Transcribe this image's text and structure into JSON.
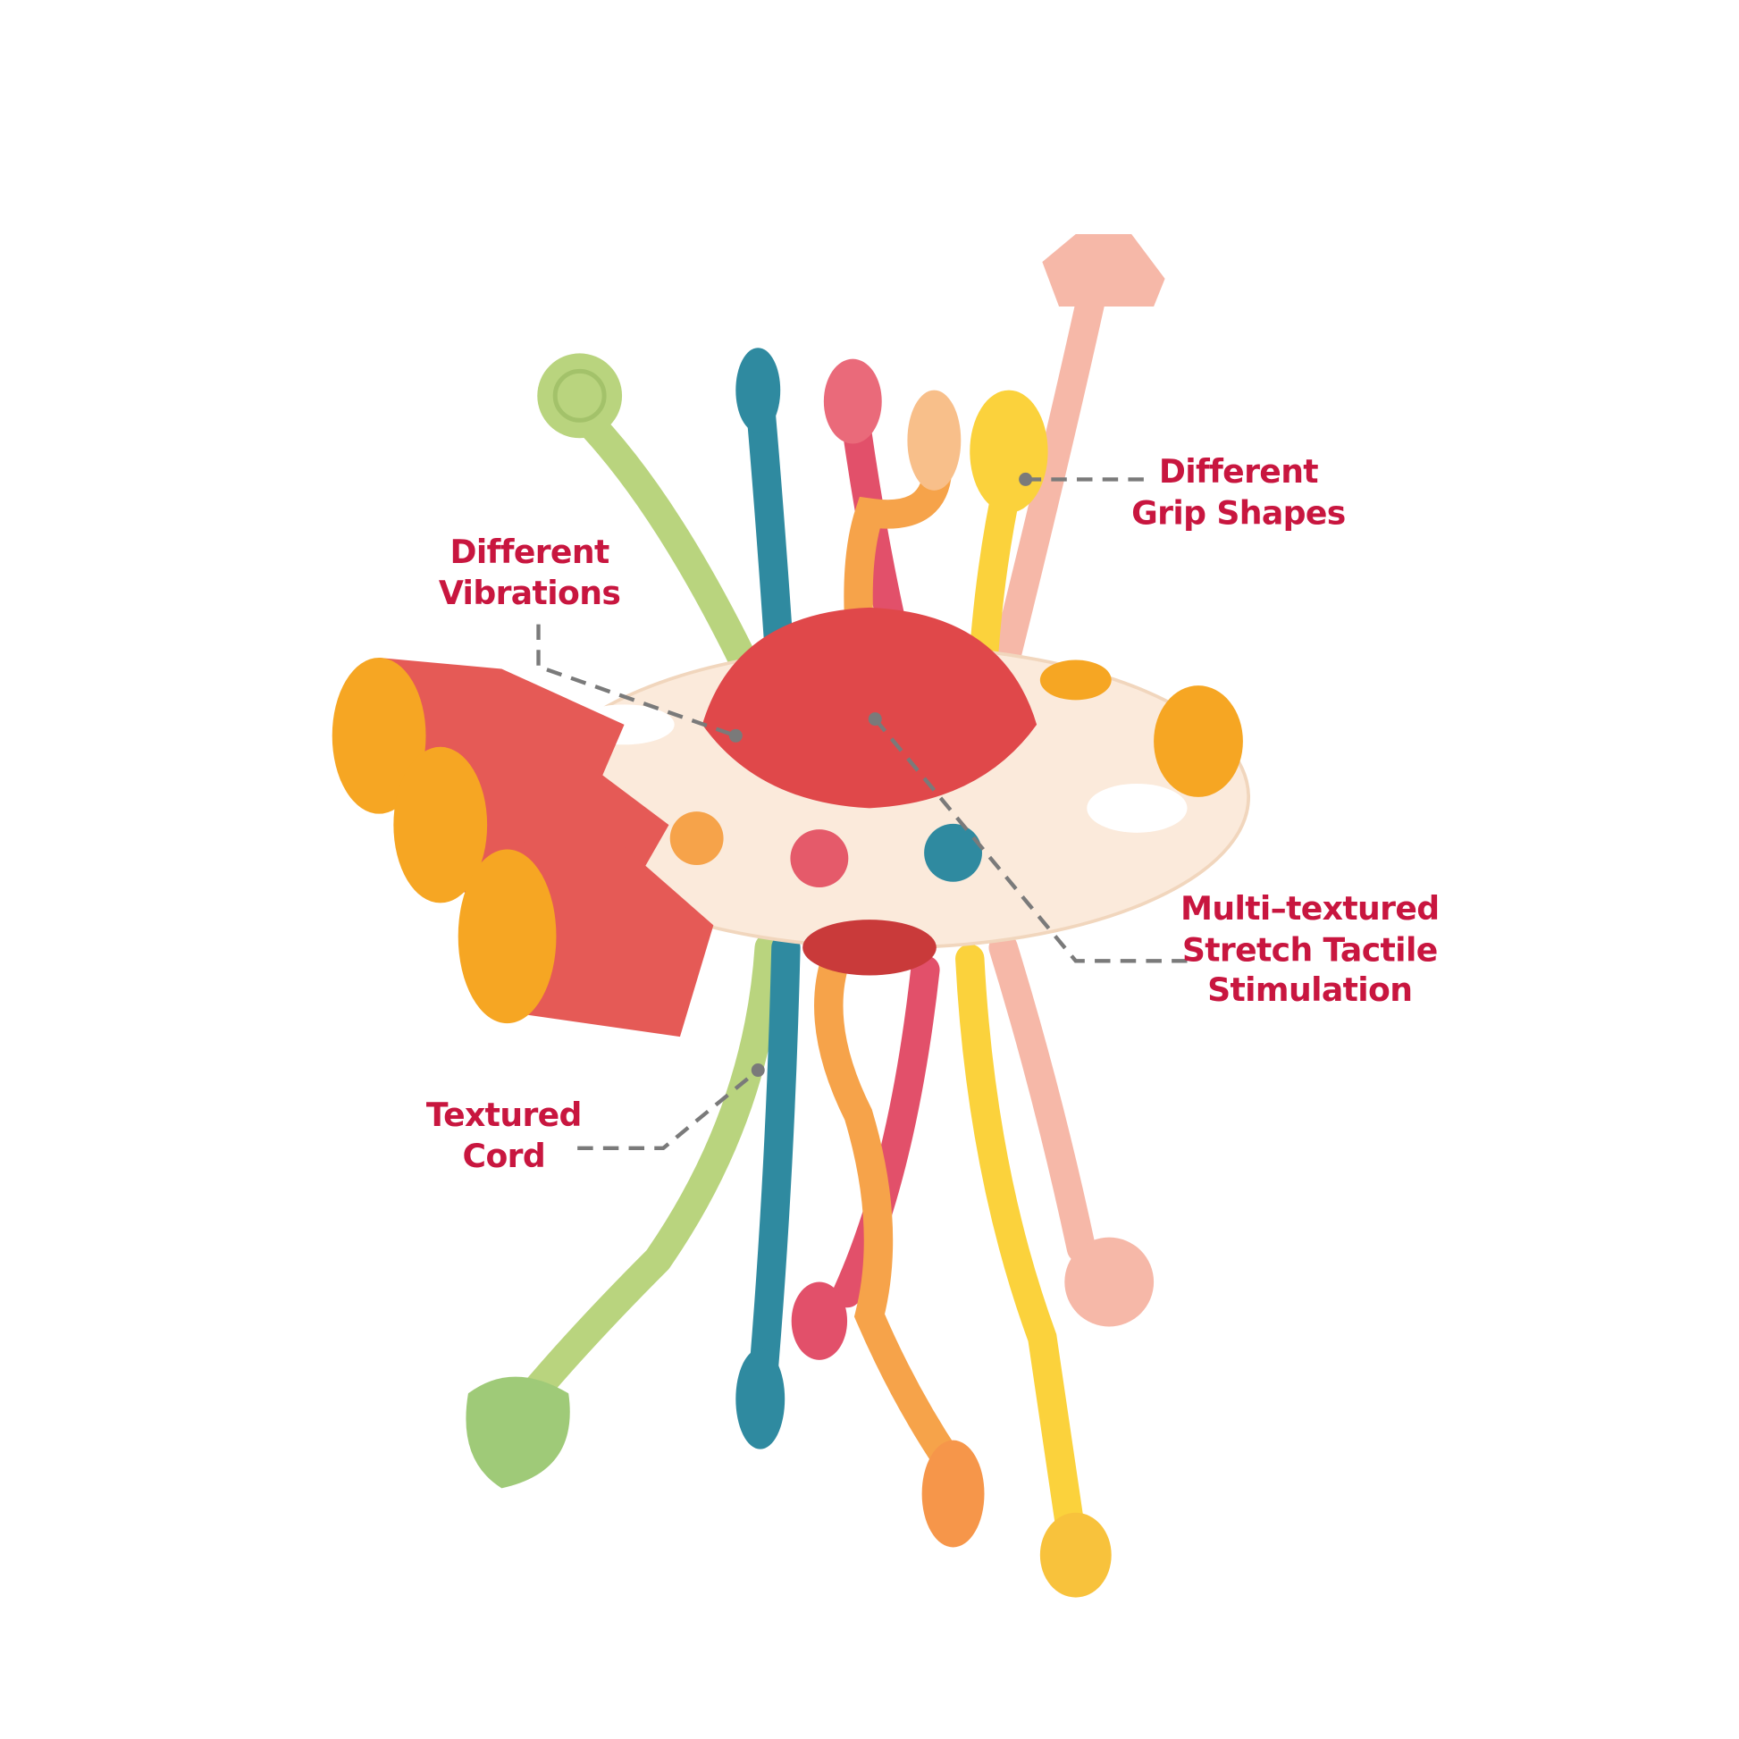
{
  "colors": {
    "label": "#c8163f",
    "leader": "#7a7a7a",
    "ring": "#fbeadb",
    "dome": "#e0484a",
    "rocket": "#e55a56",
    "rocket_cap": "#f6a623"
  },
  "callouts": {
    "grip": {
      "line1": "Different",
      "line2": "Grip Shapes"
    },
    "vibrations": {
      "line1": "Different",
      "line2": "Vibrations"
    },
    "stretch": {
      "line1": "Multi–textured",
      "line2": "Stretch Tactile",
      "line3": "Stimulation"
    },
    "cord": {
      "line1": "Textured",
      "line2": "Cord"
    }
  }
}
